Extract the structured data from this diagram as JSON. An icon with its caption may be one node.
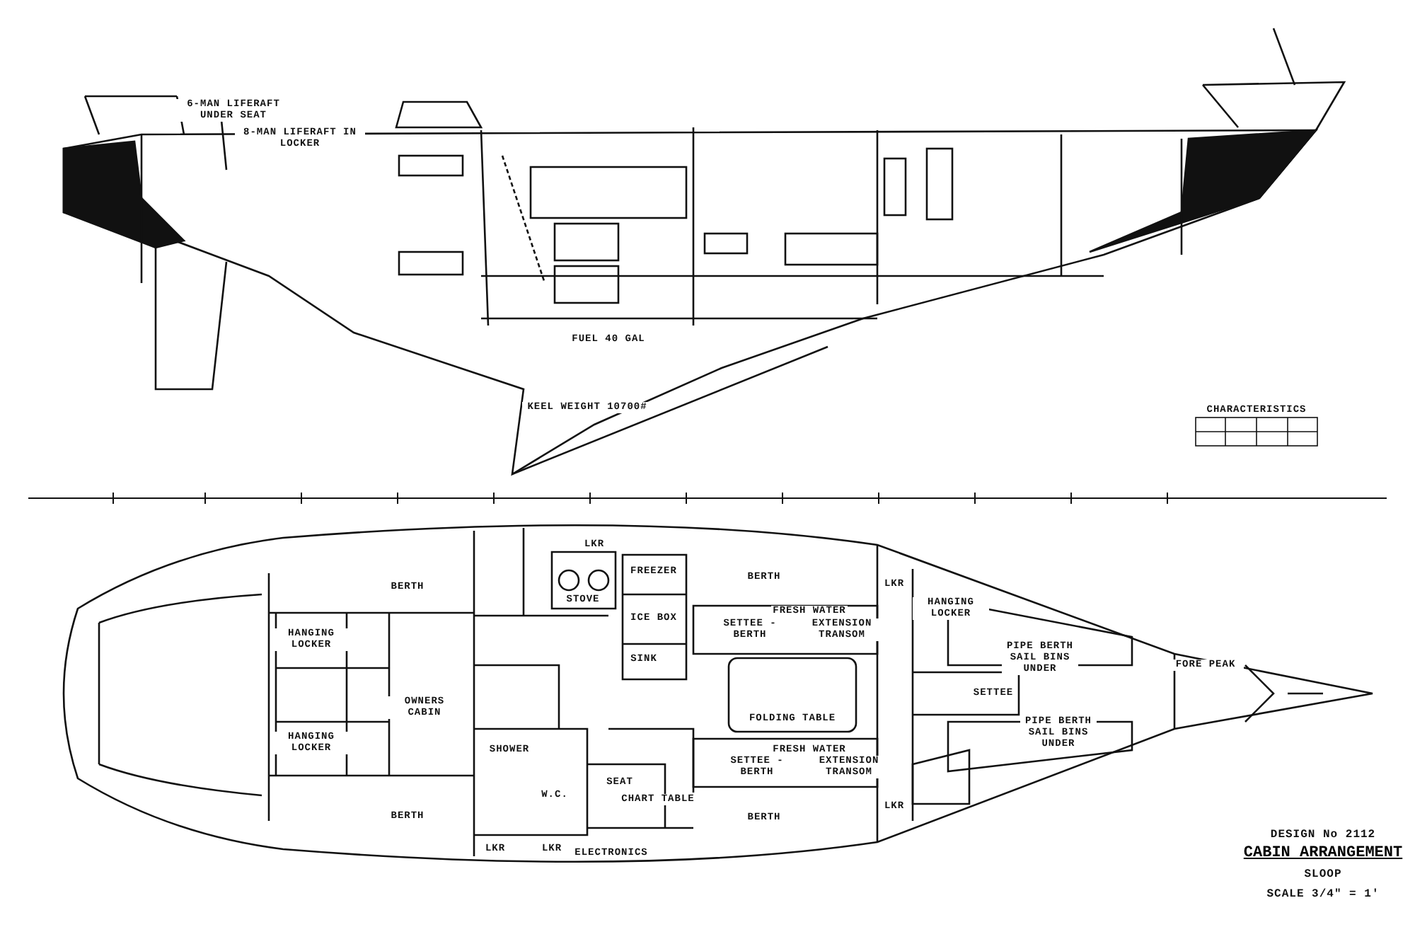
{
  "diagram": {
    "title": "CABIN ARRANGEMENT",
    "labels": [
      "6-MAN LIFERAFT UNDER SEAT",
      "8-MAN LIFERAFT IN LOCKER",
      "FUEL 40 GAL",
      "KEEL WEIGHT 10700#",
      "CHARACTERISTICS",
      "BERTH",
      "HANGING LOCKER",
      "OWNERS CABIN",
      "HANGING LOCKER",
      "BERTH",
      "LKR",
      "STOVE",
      "FREEZER",
      "ICE BOX",
      "SINK",
      "SHOWER",
      "W.C.",
      "SEAT",
      "CHART TABLE",
      "LKR",
      "LKR",
      "ELECTRONICS",
      "BERTH",
      "FRESH WATER",
      "SETTEE - BERTH",
      "EXTENSION TRANSOM",
      "FOLDING TABLE",
      "FRESH WATER",
      "SETTEE - BERTH",
      "EXTENSION TRANSOM",
      "BERTH",
      "LKR",
      "LKR",
      "HANGING LOCKER",
      "PIPE BERTH SAIL BINS UNDER",
      "SETTEE",
      "PIPE BERTH SAIL BINS UNDER",
      "FORE PEAK",
      "DESIGN No 2112",
      "SLOOP",
      "SCALE 3/4\" = 1'"
    ]
  }
}
